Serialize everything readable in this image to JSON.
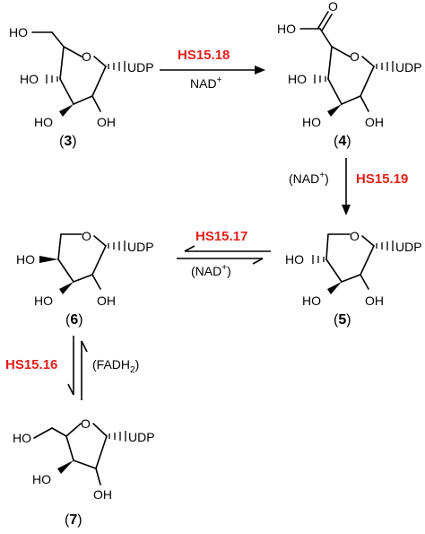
{
  "colors": {
    "enzyme": "#e0201b",
    "ink": "#000000",
    "background": "#ffffff"
  },
  "labels": {
    "HO": "HO",
    "OH": "OH",
    "O": "O",
    "UDP": "UDP",
    "HO_OH": "HO"
  },
  "compounds": {
    "c3": {
      "num": "3"
    },
    "c4": {
      "num": "4"
    },
    "c5": {
      "num": "5"
    },
    "c6": {
      "num": "6"
    },
    "c7": {
      "num": "7"
    }
  },
  "steps": {
    "s1": {
      "enzyme": "HS15.18",
      "cofactor_main": "NAD",
      "cofactor_sup": "+"
    },
    "s2": {
      "enzyme": "HS15.19",
      "cofactor_pre": "(NAD",
      "cofactor_sup": "+",
      "cofactor_post": ")"
    },
    "s3": {
      "enzyme": "HS15.17",
      "cofactor_pre": "(NAD",
      "cofactor_sup": "+",
      "cofactor_post": ")"
    },
    "s4": {
      "enzyme": "HS15.16",
      "cofactor_pre": "(FADH",
      "cofactor_sub": "2",
      "cofactor_post": ")"
    }
  }
}
